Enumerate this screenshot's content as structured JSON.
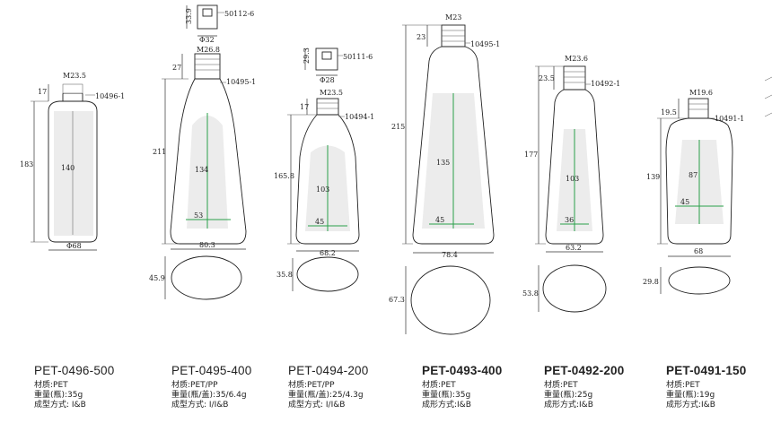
{
  "products": [
    {
      "model": "PET-0496-500",
      "bold": false,
      "specs": [
        "材质:PET",
        "重量(瓶):35g",
        "成型方式: I&B"
      ],
      "dims": {
        "height": "183",
        "neck": "17",
        "neck_dia": "M23.5",
        "code": "10496-1",
        "label": "140",
        "width": "Φ68"
      }
    },
    {
      "model": "PET-0495-400",
      "bold": false,
      "specs": [
        "材质:PET/PP",
        "重量(瓶/盖):35/6.4g",
        "成型方式: I/I&B"
      ],
      "dims": {
        "height": "211",
        "neck": "27",
        "neck_dia": "M26.8",
        "code": "10495-1",
        "label_h": "134",
        "label_w": "53",
        "width": "80.3",
        "oval": "45.9",
        "cap_code": "50112-6",
        "cap_h": "33.9",
        "cap_w": "Φ32"
      }
    },
    {
      "model": "PET-0494-200",
      "bold": false,
      "specs": [
        "材质:PET/PP",
        "重量(瓶/盖):25/4.3g",
        "成型方式: I/I&B"
      ],
      "dims": {
        "height": "165.8",
        "neck": "17",
        "neck_dia": "M23.5",
        "code": "10494-1",
        "label_h": "103",
        "label_w": "45",
        "width": "68.2",
        "oval": "35.8",
        "cap_code": "50111-6",
        "cap_h": "29.3",
        "cap_w": "Φ28"
      }
    },
    {
      "model": "PET-0493-400",
      "bold": true,
      "specs": [
        "材质:PET",
        "重量(瓶):35g",
        "成形方式:I&B"
      ],
      "dims": {
        "height": "215",
        "neck": "23",
        "neck_dia": "M23",
        "code": "10495-1",
        "label_h": "135",
        "label_w": "45",
        "width": "78.4",
        "oval": "67.3"
      }
    },
    {
      "model": "PET-0492-200",
      "bold": true,
      "specs": [
        "材质:PET",
        "重量(瓶):25g",
        "成形方式:I&B"
      ],
      "dims": {
        "height": "177",
        "neck": "23.5",
        "neck_dia": "M23.6",
        "code": "10492-1",
        "label_h": "103",
        "label_w": "36",
        "width": "63.2",
        "oval": "53.8"
      }
    },
    {
      "model": "PET-0491-150",
      "bold": true,
      "specs": [
        "材质:PET",
        "重量(瓶):19g",
        "成形方式:I&B"
      ],
      "dims": {
        "height": "139",
        "neck": "19.5",
        "neck_dia": "M19.6",
        "code": "10491-1",
        "label_h": "87",
        "label_w": "45",
        "width": "68",
        "oval": "29.8"
      }
    }
  ]
}
